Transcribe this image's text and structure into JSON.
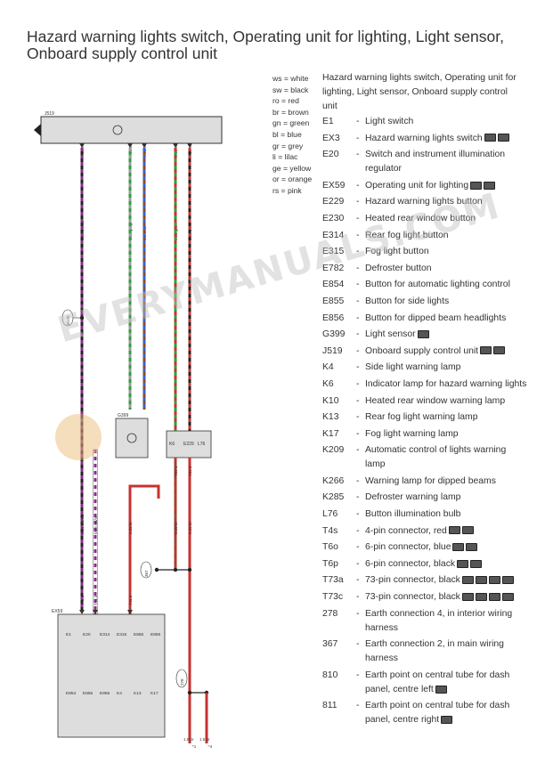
{
  "title": "Hazard warning lights switch, Operating unit for lighting, Light sensor, Onboard supply control unit",
  "legend": [
    {
      "code": "ws",
      "name": "white"
    },
    {
      "code": "sw",
      "name": "black"
    },
    {
      "code": "ro",
      "name": "red"
    },
    {
      "code": "br",
      "name": "brown"
    },
    {
      "code": "gn",
      "name": "green"
    },
    {
      "code": "bl",
      "name": "blue"
    },
    {
      "code": "gr",
      "name": "grey"
    },
    {
      "code": "li",
      "name": "lilac"
    },
    {
      "code": "ge",
      "name": "yellow"
    },
    {
      "code": "or",
      "name": "orange"
    },
    {
      "code": "rs",
      "name": "pink"
    }
  ],
  "header": "Hazard warning lights switch, Operating unit for lighting, Light sensor, Onboard supply control unit",
  "components": [
    {
      "code": "E1",
      "desc": "Light switch",
      "icons": 0
    },
    {
      "code": "EX3",
      "desc": "Hazard warning lights switch",
      "icons": 2
    },
    {
      "code": "E20",
      "desc": "Switch and instrument illumination regulator",
      "icons": 0
    },
    {
      "code": "EX59",
      "desc": "Operating unit for lighting",
      "icons": 2
    },
    {
      "code": "E229",
      "desc": "Hazard warning lights button",
      "icons": 0
    },
    {
      "code": "E230",
      "desc": "Heated rear window button",
      "icons": 0
    },
    {
      "code": "E314",
      "desc": "Rear fog light button",
      "icons": 0
    },
    {
      "code": "E315",
      "desc": "Fog light button",
      "icons": 0
    },
    {
      "code": "E782",
      "desc": "Defroster button",
      "icons": 0
    },
    {
      "code": "E854",
      "desc": "Button for automatic lighting control",
      "icons": 0
    },
    {
      "code": "E855",
      "desc": "Button for side lights",
      "icons": 0
    },
    {
      "code": "E856",
      "desc": "Button for dipped beam headlights",
      "icons": 0
    },
    {
      "code": "G399",
      "desc": "Light sensor",
      "icons": 1
    },
    {
      "code": "J519",
      "desc": "Onboard supply control unit",
      "icons": 2
    },
    {
      "code": "K4",
      "desc": "Side light warning lamp",
      "icons": 0
    },
    {
      "code": "K6",
      "desc": "Indicator lamp for hazard warning lights",
      "icons": 0
    },
    {
      "code": "K10",
      "desc": "Heated rear window warning lamp",
      "icons": 0
    },
    {
      "code": "K13",
      "desc": "Rear fog light warning lamp",
      "icons": 0
    },
    {
      "code": "K17",
      "desc": "Fog light warning lamp",
      "icons": 0
    },
    {
      "code": "K209",
      "desc": "Automatic control of lights warning lamp",
      "icons": 0
    },
    {
      "code": "K266",
      "desc": "Warning lamp for dipped beams",
      "icons": 0
    },
    {
      "code": "K285",
      "desc": "Defroster warning lamp",
      "icons": 0
    },
    {
      "code": "L76",
      "desc": "Button illumination bulb",
      "icons": 0
    },
    {
      "code": "T4s",
      "desc": "4-pin connector, red",
      "icons": 2
    },
    {
      "code": "T6o",
      "desc": "6-pin connector, blue",
      "icons": 2
    },
    {
      "code": "T6p",
      "desc": "6-pin connector, black",
      "icons": 2
    },
    {
      "code": "T73a",
      "desc": "73-pin connector, black",
      "icons": 4
    },
    {
      "code": "T73c",
      "desc": "73-pin connector, black",
      "icons": 4
    },
    {
      "code": "278",
      "desc": "Earth connection 4, in interior wiring harness",
      "icons": 0
    },
    {
      "code": "367",
      "desc": "Earth connection 2, in main wiring harness",
      "icons": 0
    },
    {
      "code": "810",
      "desc": "Earth point on central tube for dash panel, centre left",
      "icons": 1
    },
    {
      "code": "811",
      "desc": "Earth point on central tube for dash panel, centre right",
      "icons": 1
    }
  ],
  "diagram": {
    "j519_label": "J519",
    "ex59_label": "EX59",
    "g399_label": "G399",
    "connector_labels": [
      "T73c 26",
      "T73a 26",
      "T73a 57",
      "T73c 48",
      "T73c 43"
    ],
    "wire_labels": [
      "0.35 sw/ws",
      "0.35 gn/gr",
      "0.5 br/bl",
      "0.35 gn/rt",
      "0.35 sw/rt"
    ],
    "lower_wire_labels": [
      "0.35 sw/ws",
      "0.35 ws/vi",
      "0.35 br",
      "0.35 br",
      "0.35 br"
    ],
    "ex59_pins": [
      "T4s 1",
      "T4s 2",
      "T4s 3"
    ],
    "unit_pins": [
      "T6o 1",
      "T6o 2"
    ],
    "unit_labels": [
      "K6",
      "E229",
      "L76"
    ],
    "node_labels": [
      "B175",
      "367",
      "278"
    ],
    "bottom_labels": [
      "1.5 br",
      "1.5 br",
      "*1",
      "*4"
    ],
    "ex59_buttons_row1": [
      "E1",
      "E20",
      "E314",
      "E315",
      "E855",
      "E856"
    ],
    "ex59_buttons_row2": [
      "E854",
      "E855",
      "E856",
      "K4",
      "K13",
      "K17"
    ],
    "wire_colors": {
      "black": "#222222",
      "white": "#f4f4f4",
      "purple": "#8b2b8b",
      "green": "#2e9e3a",
      "grey": "#9b9b9b",
      "brown": "#8a4b2a",
      "blue": "#3b5ed6",
      "red": "#c8322f",
      "pink": "#e07da8"
    },
    "watermark": "EVERYMANUALS.COM"
  }
}
